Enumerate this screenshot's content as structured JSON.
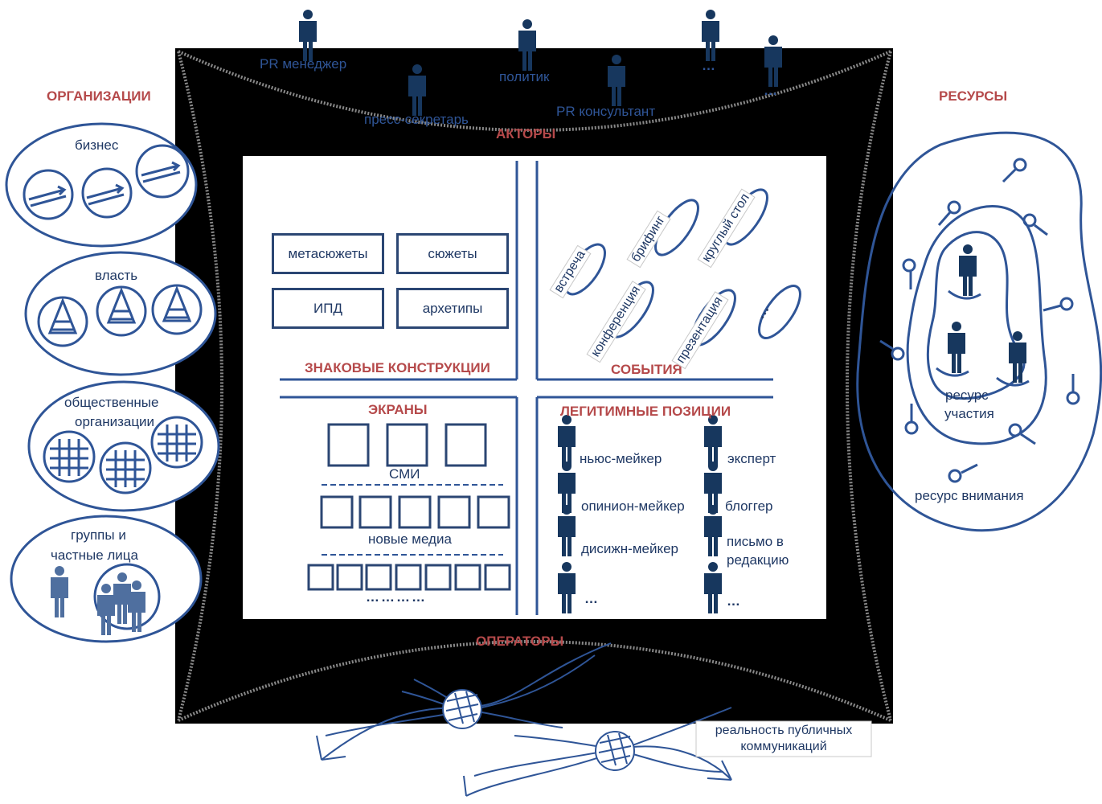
{
  "headers": {
    "organizations": "ОРГАНИЗАЦИИ",
    "resources": "РЕСУРСЫ",
    "actors": "АКТОРЫ",
    "operators": "ОПЕРАТОРЫ",
    "sign_constructs": "ЗНАКОВЫЕ КОНСТРУКЦИИ",
    "events": "СОБЫТИЯ",
    "screens": "ЭКРАНЫ",
    "legit_positions": "ЛЕГИТИМНЫЕ ПОЗИЦИИ"
  },
  "actors": {
    "pr_manager": "PR менеджер",
    "press_secretary": "пресс-секретарь",
    "politician": "политик",
    "pr_consultant": "PR консультант",
    "more1": "…",
    "more2": "…"
  },
  "organizations": {
    "business": "бизнес",
    "power": "власть",
    "public_line1": "общественные",
    "public_line2": "организации",
    "groups_line1": "группы и",
    "groups_line2": "частные лица"
  },
  "sign_constructs": {
    "metaplots": "метасюжеты",
    "plots": "сюжеты",
    "ipd": "ИПД",
    "archetypes": "архетипы"
  },
  "events": {
    "meeting": "встреча",
    "briefing": "брифинг",
    "round_table": "круглый стол",
    "conference": "конференция",
    "presentation": "презентация",
    "dots": "…"
  },
  "screens": {
    "mass_media": "СМИ",
    "new_media": "новые медиа",
    "dots": "…………"
  },
  "positions": {
    "newsmaker": "ньюс-мейкер",
    "expert": "эксперт",
    "opinion_maker": "опинион-мейкер",
    "blogger": "блоггер",
    "decision_maker": "дисижн-мейкер",
    "letter_line1": "письмо в",
    "letter_line2": "редакцию",
    "more_left": "…",
    "more_right": "…"
  },
  "resources": {
    "participation_line1": "ресурс",
    "participation_line2": "участия",
    "attention": "ресурс внимания"
  },
  "reality": {
    "line1": "реальность публичных",
    "line2": "коммуникаций"
  },
  "colors": {
    "frame": "#000000",
    "header_red": "#b5494a",
    "line_blue": "#2f5597",
    "figure_navy": "#17375e",
    "text_dark": "#1f3864"
  }
}
